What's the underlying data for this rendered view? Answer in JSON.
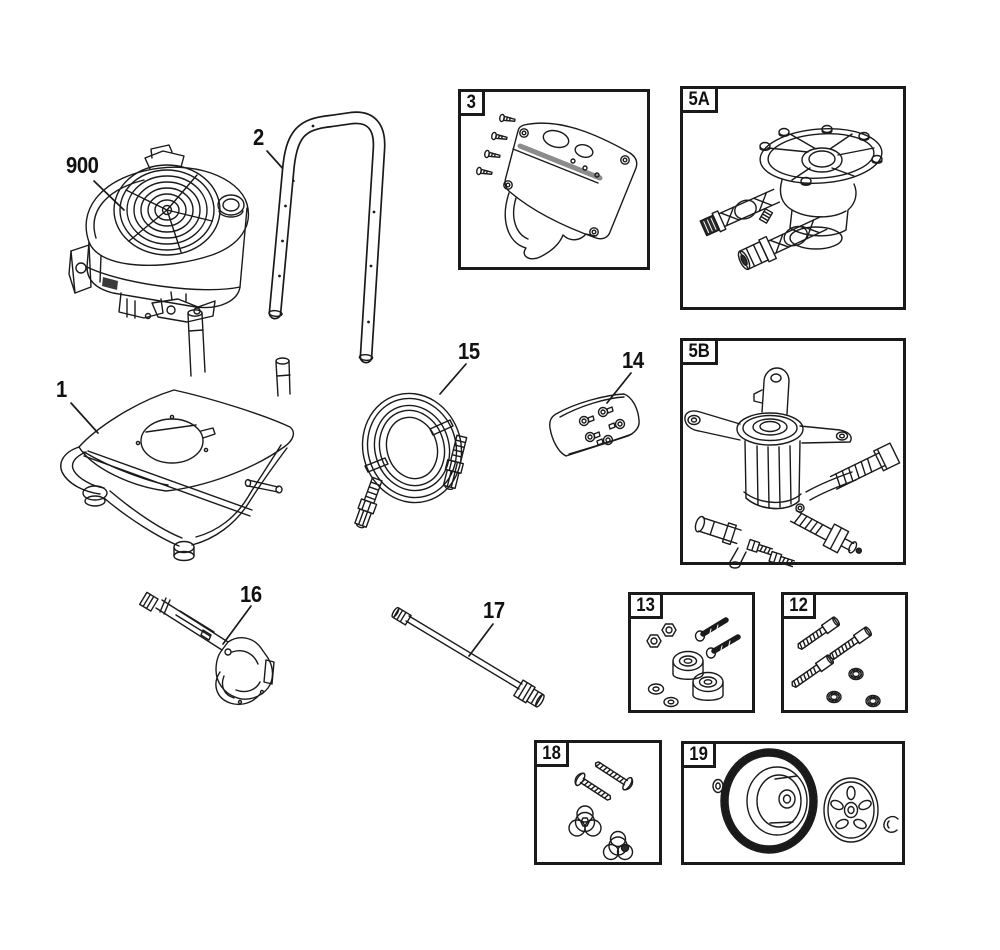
{
  "colors": {
    "background": "#ffffff",
    "line": "#1a1a1a"
  },
  "callouts": {
    "engine": "900",
    "handle": "2",
    "frame": "1",
    "hose": "15",
    "nozzle_kit": "14",
    "spray_gun": "16",
    "wand": "17"
  },
  "boxes": {
    "panel": "3",
    "pump_a": "5A",
    "pump_b": "5B",
    "axle_kit": "13",
    "bolt_kit": "12",
    "knob_kit": "18",
    "wheel_kit": "19"
  }
}
